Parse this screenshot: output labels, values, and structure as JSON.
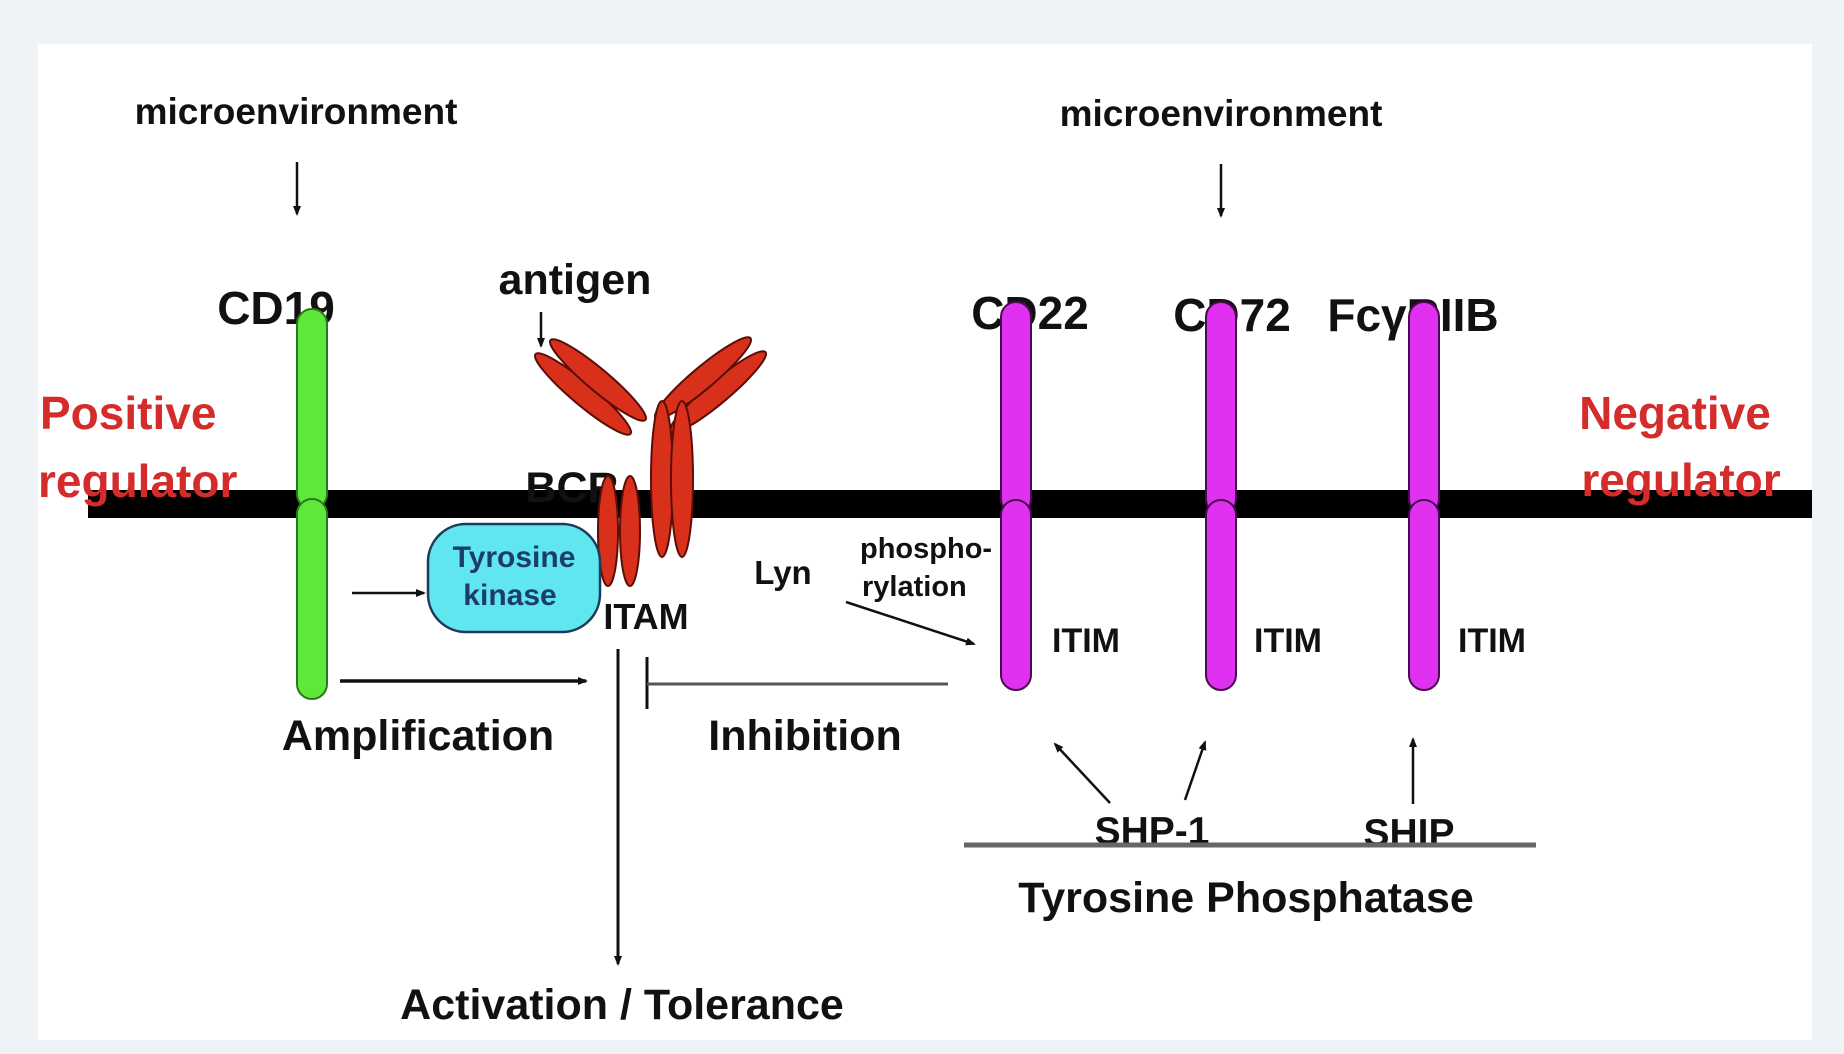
{
  "labels": {
    "microenv_left": "microenvironment",
    "microenv_right": "microenvironment",
    "cd19": "CD19",
    "antigen": "antigen",
    "bcr": "BCR",
    "cd22": "CD22",
    "cd72": "CD72",
    "fcgriib": "FcγRIIB",
    "positive_line1": "Positive",
    "positive_line2": "regulator",
    "negative_line1": "Negative",
    "negative_line2": "regulator",
    "tyrosine_kinase_line1": "Tyrosine",
    "tyrosine_kinase_line2": "kinase",
    "itam": "ITAM",
    "lyn": "Lyn",
    "phospho_line1": "phospho-",
    "phospho_line2": "rylation",
    "itim_1": "ITIM",
    "itim_2": "ITIM",
    "itim_3": "ITIM",
    "amplification": "Amplification",
    "inhibition": "Inhibition",
    "shp1": "SHP-1",
    "ship": "SHIP",
    "tyrosine_phosphatase": "Tyrosine Phosphatase",
    "activation_tolerance": "Activation / Tolerance"
  },
  "colors": {
    "positive_receptor": "#5ee83a",
    "bcr": "#d9301c",
    "negative_receptor": "#e030f0",
    "kinase": "#5fe6ef",
    "regulator_text": "#d42b2b",
    "membrane": "#000000"
  }
}
